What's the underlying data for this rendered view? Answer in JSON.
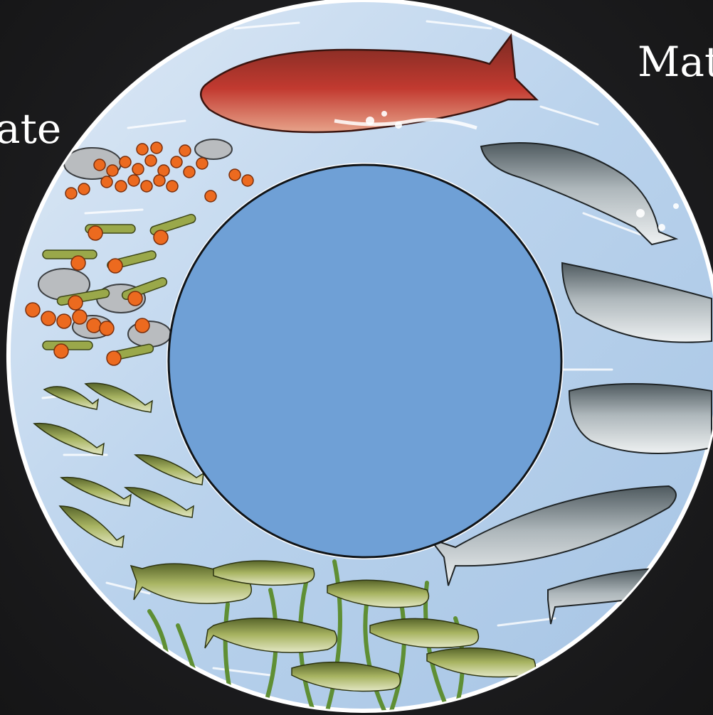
{
  "labels": {
    "left_partial": "ate",
    "right_partial": "Mat"
  },
  "ring": {
    "water_color": "#c9dcef",
    "center_fill": "#6fa0d6",
    "stages": [
      {
        "name": "spawning-adult",
        "icon": "red-salmon-icon"
      },
      {
        "name": "eggs",
        "icon": "egg-cluster-icon"
      },
      {
        "name": "alevins",
        "icon": "alevin-icon"
      },
      {
        "name": "fry",
        "icon": "fry-school-icon"
      },
      {
        "name": "parr",
        "icon": "parr-icon"
      },
      {
        "name": "smolt",
        "icon": "smolt-icon"
      },
      {
        "name": "ocean-adult",
        "icon": "silver-salmon-icon"
      },
      {
        "name": "returning-adult",
        "icon": "leaping-salmon-icon"
      }
    ]
  },
  "colors": {
    "background": "#1d1d1f",
    "label": "#ffffff",
    "salmon_red": "#b8322c",
    "egg_orange": "#e8661f",
    "silver": "#c9cfd2",
    "olive": "#8a9a4a"
  }
}
